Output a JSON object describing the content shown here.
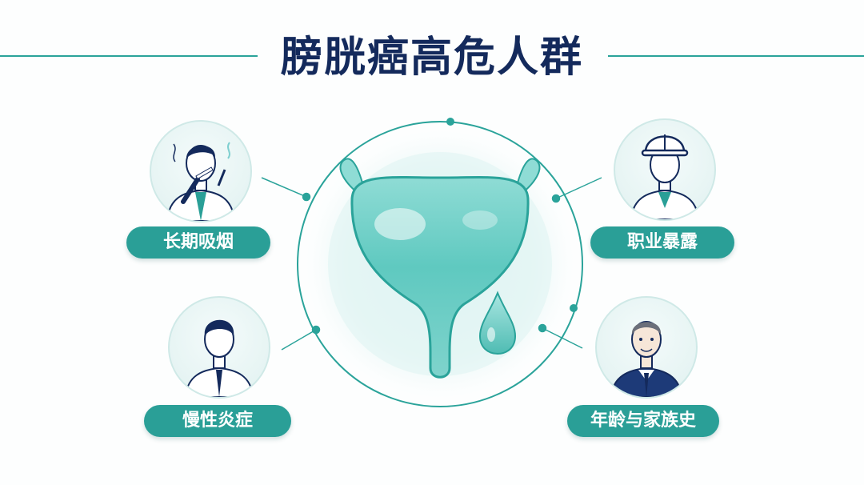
{
  "title": "膀胱癌高危人群",
  "factors": [
    {
      "label": "长期吸烟",
      "icon": "smoking-man-icon"
    },
    {
      "label": "职业暴露",
      "icon": "hardhat-worker-icon"
    },
    {
      "label": "慢性炎症",
      "icon": "man-in-suit-icon"
    },
    {
      "label": "年龄与家族史",
      "icon": "older-man-icon"
    }
  ],
  "center_icon": "bladder-icon",
  "colors": {
    "accent": "#2a9f97",
    "title": "#142a5c",
    "line": "#2aa39a"
  }
}
